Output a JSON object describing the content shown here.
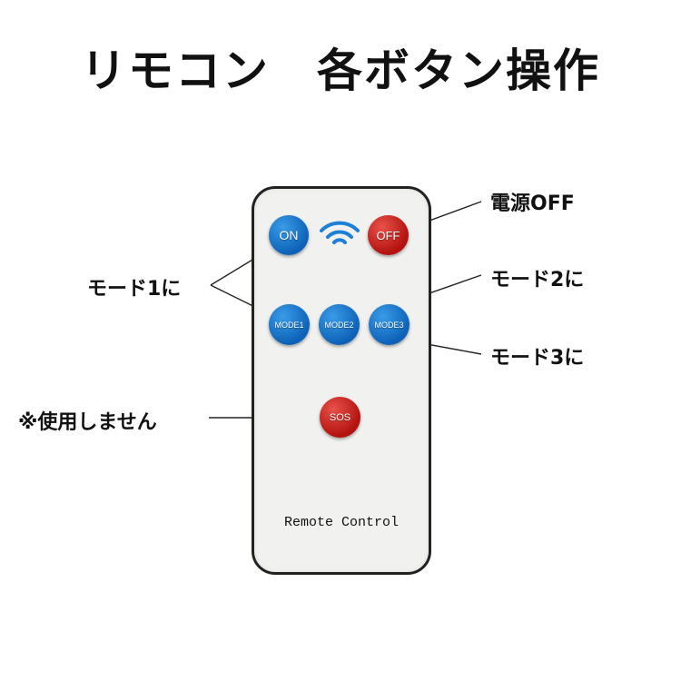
{
  "title": "リモコン　各ボタン操作",
  "remote": {
    "brand": "Remote Control",
    "buttons": {
      "on": "ON",
      "off": "OFF",
      "mode1": "MODE1",
      "mode2": "MODE2",
      "mode3": "MODE3",
      "sos": "SOS"
    },
    "signal_icon": "wifi-icon"
  },
  "callouts": {
    "power_off": "電源OFF",
    "mode1": "モード1に",
    "mode2": "モード2に",
    "mode3": "モード3に",
    "sos": "※使用しません"
  },
  "colors": {
    "blue_button": "#0d62b8",
    "red_button": "#b3120e",
    "remote_body": "#f1f1ef"
  }
}
